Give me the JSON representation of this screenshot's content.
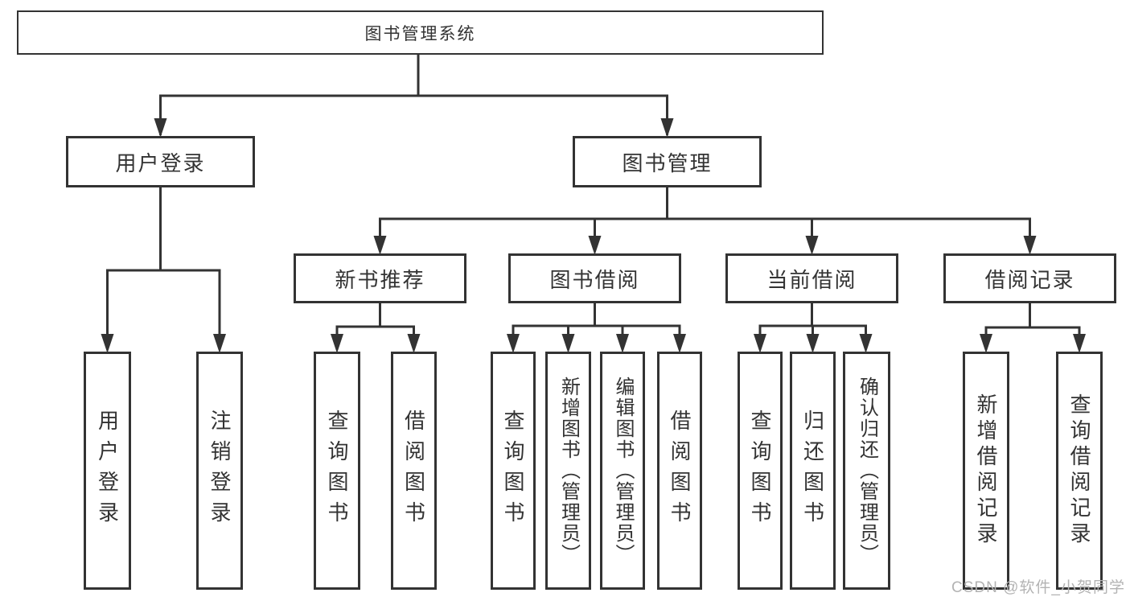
{
  "diagram": {
    "title": "图书管理系统",
    "tree": {
      "label": "图书管理系统",
      "children": [
        {
          "label": "用户登录",
          "children": [
            {
              "label": "用户登录"
            },
            {
              "label": "注销登录"
            }
          ]
        },
        {
          "label": "图书管理",
          "children": [
            {
              "label": "新书推荐",
              "children": [
                {
                  "label": "查询图书"
                },
                {
                  "label": "借阅图书"
                }
              ]
            },
            {
              "label": "图书借阅",
              "children": [
                {
                  "label": "查询图书"
                },
                {
                  "label": "新增图书（管理员）"
                },
                {
                  "label": "编辑图书（管理员）"
                },
                {
                  "label": "借阅图书"
                }
              ]
            },
            {
              "label": "当前借阅",
              "children": [
                {
                  "label": "查询图书"
                },
                {
                  "label": "归还图书"
                },
                {
                  "label": "确认归还（管理员）"
                }
              ]
            },
            {
              "label": "借阅记录",
              "children": [
                {
                  "label": "新增借阅记录"
                },
                {
                  "label": "查询借阅记录"
                }
              ]
            }
          ]
        }
      ]
    }
  },
  "watermark": {
    "text": "CSDN @软件_小贺同学"
  },
  "colors": {
    "line": "#333333",
    "box_border": "#333333",
    "box_fill": "#ffffff",
    "text": "#333333",
    "watermark": "#b3b3b3",
    "background": "#ffffff"
  }
}
